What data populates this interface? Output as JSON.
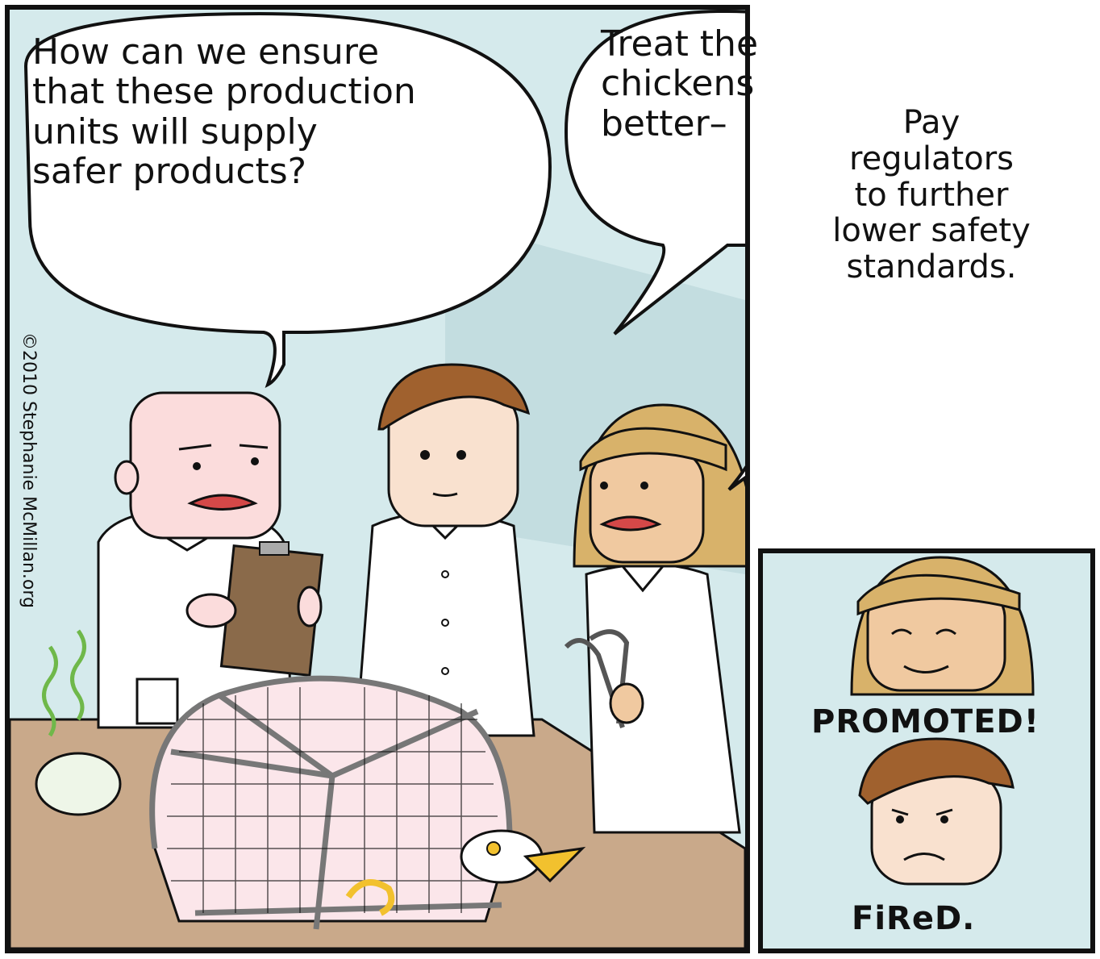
{
  "bubbles": {
    "question": "How can we ensure\nthat these production\nunits will supply\nsafer products?",
    "treat": "Treat the\nchickens\nbetter–",
    "pay": "Pay\nregulators\nto further\nlower safety\nstandards."
  },
  "captions": {
    "promoted": "PROMOTED!",
    "fired": "FiReD."
  },
  "credit": "©2010 Stephanie McMillan.org",
  "colors": {
    "background": "#d5eaec",
    "table": "#c9a98a",
    "skin_bald": "#fbdcdc",
    "skin": "#f9e1cf",
    "hair_brown": "#a0612e",
    "hair_blonde": "#d8b26a",
    "clipboard": "#8a6a4a",
    "steam": "#6fb84a",
    "beak": "#f2c12e"
  }
}
